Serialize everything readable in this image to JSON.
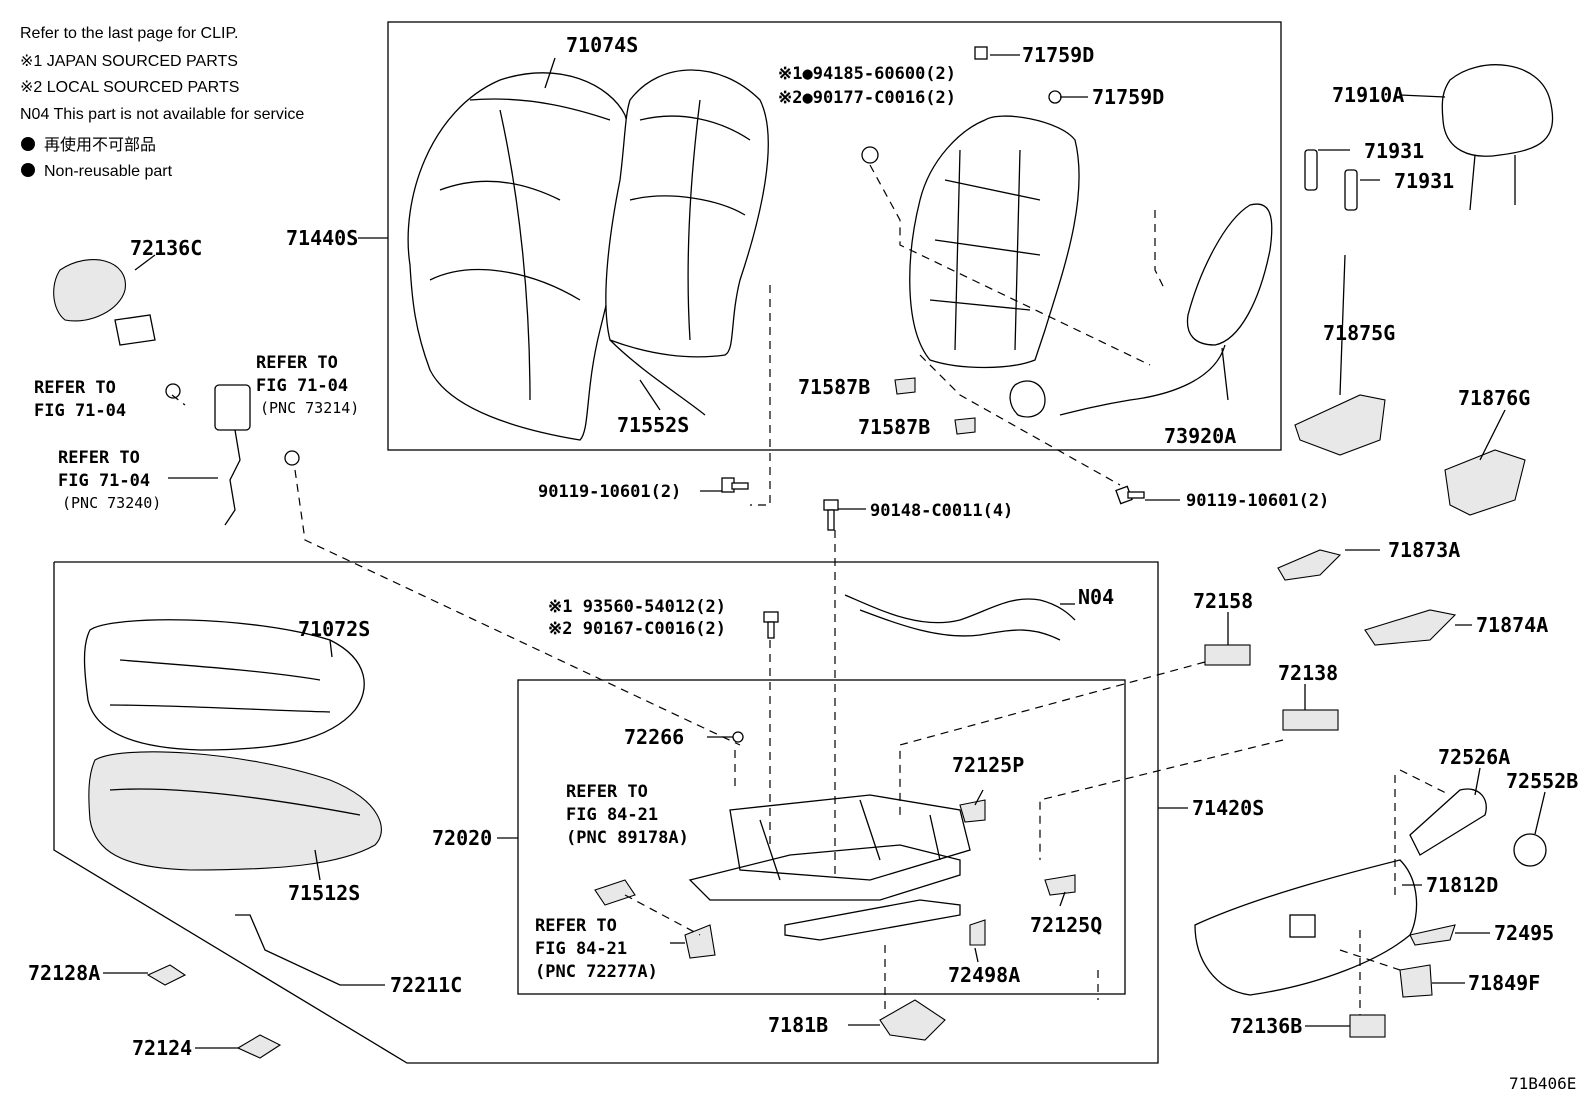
{
  "legend": {
    "clip_note": "Refer to the last page for CLIP.",
    "mark1": "※1 JAPAN SOURCED PARTS",
    "mark2": "※2 LOCAL SOURCED PARTS",
    "n04": "N04 This part is not available for service",
    "nonreusable_jp": "再使用不可部品",
    "nonreusable_en": "Non-reusable part"
  },
  "figure_code": "71B406E",
  "labels": {
    "p71074S": "71074S",
    "p71440S": "71440S",
    "p71552S": "71552S",
    "p71759D_a": "71759D",
    "p71759D_b": "71759D",
    "p94185": "※1●94185-60600(2)",
    "p90177": "※2●90177-C0016(2)",
    "p71587B_a": "71587B",
    "p71587B_b": "71587B",
    "p73920A": "73920A",
    "p71910A": "71910A",
    "p71931_a": "71931",
    "p71931_b": "71931",
    "p72136C": "72136C",
    "p71875G": "71875G",
    "p71876G": "71876G",
    "p71873A": "71873A",
    "p71874A": "71874A",
    "p90119_a": "90119-10601(2)",
    "p90119_b": "90119-10601(2)",
    "p90148": "90148-C0011(4)",
    "p93560": "※1 93560-54012(2)",
    "p90167": "※2 90167-C0016(2)",
    "pN04": "N04",
    "p72158": "72158",
    "p72138": "72138",
    "p72526A": "72526A",
    "p72552B": "72552B",
    "p71812D": "71812D",
    "p72495": "72495",
    "p71849F": "71849F",
    "p72136B": "72136B",
    "p71420S": "71420S",
    "p71072S": "71072S",
    "p71512S": "71512S",
    "p72128A": "72128A",
    "p72211C": "72211C",
    "p72124": "72124",
    "p72266": "72266",
    "p72020": "72020",
    "p72125P": "72125P",
    "p72125Q": "72125Q",
    "p72498A": "72498A",
    "p7181B": "7181B",
    "ref_71_04_a1": "REFER TO",
    "ref_71_04_a2": "FIG 71-04",
    "ref_73214_1": "REFER TO",
    "ref_73214_2": "FIG 71-04",
    "ref_73214_3": "(PNC 73214)",
    "ref_73240_1": "REFER TO",
    "ref_73240_2": "FIG 71-04",
    "ref_73240_3": "(PNC 73240)",
    "ref_89178_1": "REFER TO",
    "ref_89178_2": "FIG 84-21",
    "ref_89178_3": "(PNC 89178A)",
    "ref_72277_1": "REFER TO",
    "ref_72277_2": "FIG 84-21",
    "ref_72277_3": "(PNC 72277A)"
  }
}
